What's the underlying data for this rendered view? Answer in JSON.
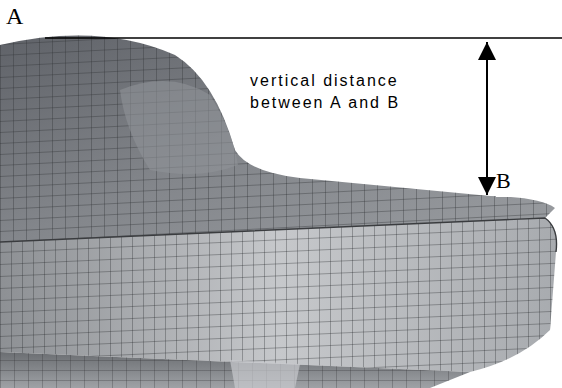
{
  "diagram": {
    "labels": [
      "A",
      "B",
      "vertical distance between A and B"
    ]
  }
}
